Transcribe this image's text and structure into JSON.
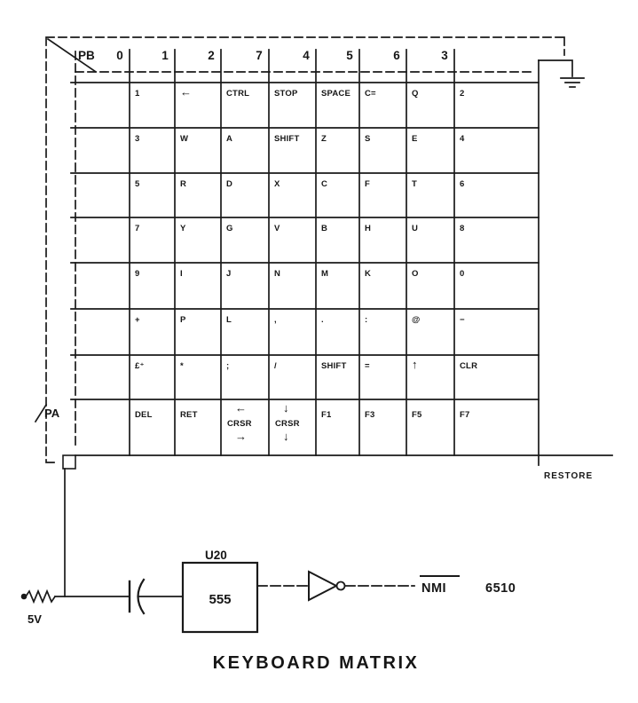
{
  "diagram": {
    "title": "KEYBOARD MATRIX",
    "pb_label": "PB",
    "pa_label": "PA",
    "restore_label": "RESTORE",
    "column_headers": [
      "0",
      "1",
      "2",
      "7",
      "4",
      "5",
      "6",
      "3"
    ],
    "matrix_rows": [
      [
        "1",
        "←",
        "CTRL",
        "STOP",
        "SPACE",
        "C=",
        "Q",
        "2"
      ],
      [
        "3",
        "W",
        "A",
        "SHIFT",
        "Z",
        "S",
        "E",
        "4"
      ],
      [
        "5",
        "R",
        "D",
        "X",
        "C",
        "F",
        "T",
        "6"
      ],
      [
        "7",
        "Y",
        "G",
        "V",
        "B",
        "H",
        "U",
        "8"
      ],
      [
        "9",
        "I",
        "J",
        "N",
        "M",
        "K",
        "O",
        "0"
      ],
      [
        "+",
        "P",
        "L",
        ",",
        ".",
        ":",
        "@",
        "−"
      ],
      [
        "£⁺",
        "*",
        ";",
        "/",
        "SHIFT",
        "=",
        "↑",
        "CLR"
      ],
      [
        "DEL",
        "RET",
        {
          "lines": [
            "←",
            "CRSR",
            "→"
          ]
        },
        {
          "lines": [
            "↓",
            "CRSR",
            "↓"
          ]
        },
        "F1",
        "F3",
        "F5",
        "F7"
      ]
    ],
    "circuit": {
      "ic_ref": "U20",
      "ic_name": "555",
      "supply": "5V",
      "signal": "NMI",
      "cpu": "6510"
    },
    "ink_color": "#1a1a1a"
  }
}
